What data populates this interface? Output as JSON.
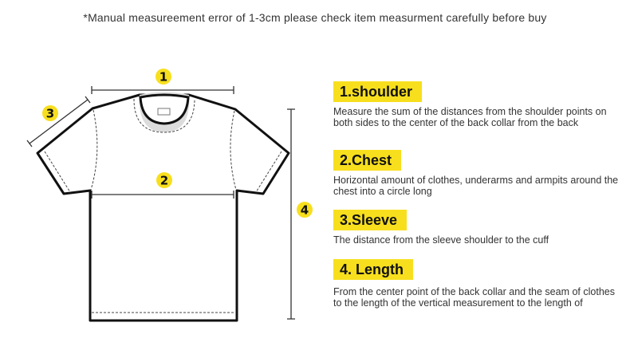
{
  "note": "*Manual measureement error of 1-3cm please check item measurment carefully before buy",
  "markers": [
    "1",
    "2",
    "3",
    "4"
  ],
  "sections": [
    {
      "title": "1.shoulder",
      "desc": "Measure the sum of the distances from the shoulder points on both sides to the center of the back collar from the back"
    },
    {
      "title": "2.Chest",
      "desc": "Horizontal amount of clothes, underarms and armpits around the chest into a circle long"
    },
    {
      "title": "3.Sleeve",
      "desc": "The distance from the sleeve shoulder to the cuff"
    },
    {
      "title": "4. Length",
      "desc": "From the center point of the back collar and the seam of clothes to the length of the vertical measurement to the length of"
    }
  ],
  "colors": {
    "accent": "#f7df1e",
    "outline": "#111111",
    "collar": "#dcdcdc"
  }
}
